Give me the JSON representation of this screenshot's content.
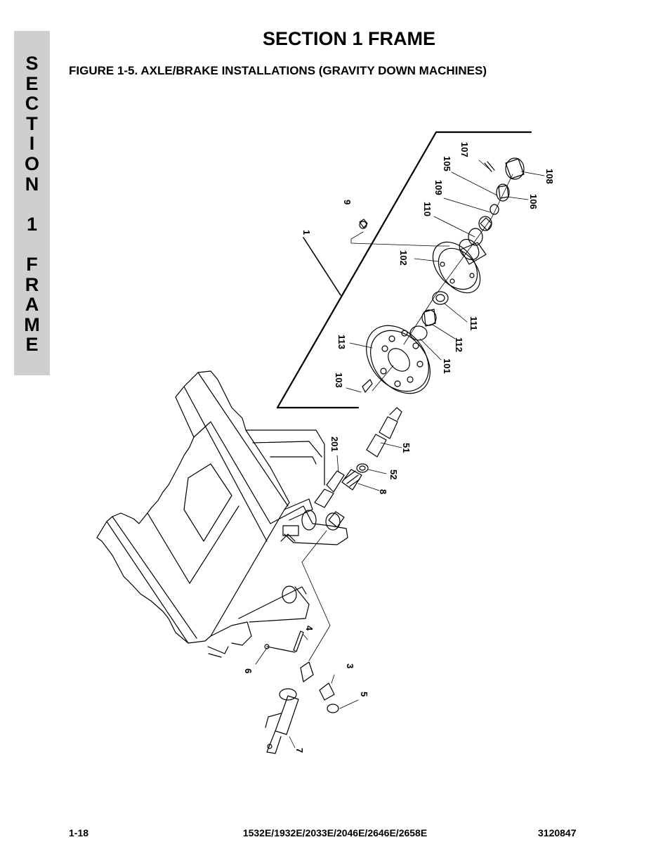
{
  "side_tab": {
    "letters": [
      "S",
      "E",
      "C",
      "T",
      "I",
      "O",
      "N",
      "",
      "1",
      "",
      "F",
      "R",
      "A",
      "M",
      "E"
    ]
  },
  "header": {
    "section_title": "SECTION 1   FRAME",
    "figure_title": "FIGURE 1-5.    AXLE/BRAKE INSTALLATIONS (GRAVITY DOWN MACHINES)"
  },
  "diagram": {
    "callouts": [
      "1",
      "9",
      "107",
      "105",
      "108",
      "109",
      "106",
      "110",
      "102",
      "111",
      "112",
      "113",
      "101",
      "103",
      "201",
      "51",
      "52",
      "8",
      "4",
      "6",
      "3",
      "5",
      "7"
    ]
  },
  "footer": {
    "page_number": "1-18",
    "models": "1532E/1932E/2033E/2046E/2646E/2658E",
    "doc_number": "3120847"
  }
}
